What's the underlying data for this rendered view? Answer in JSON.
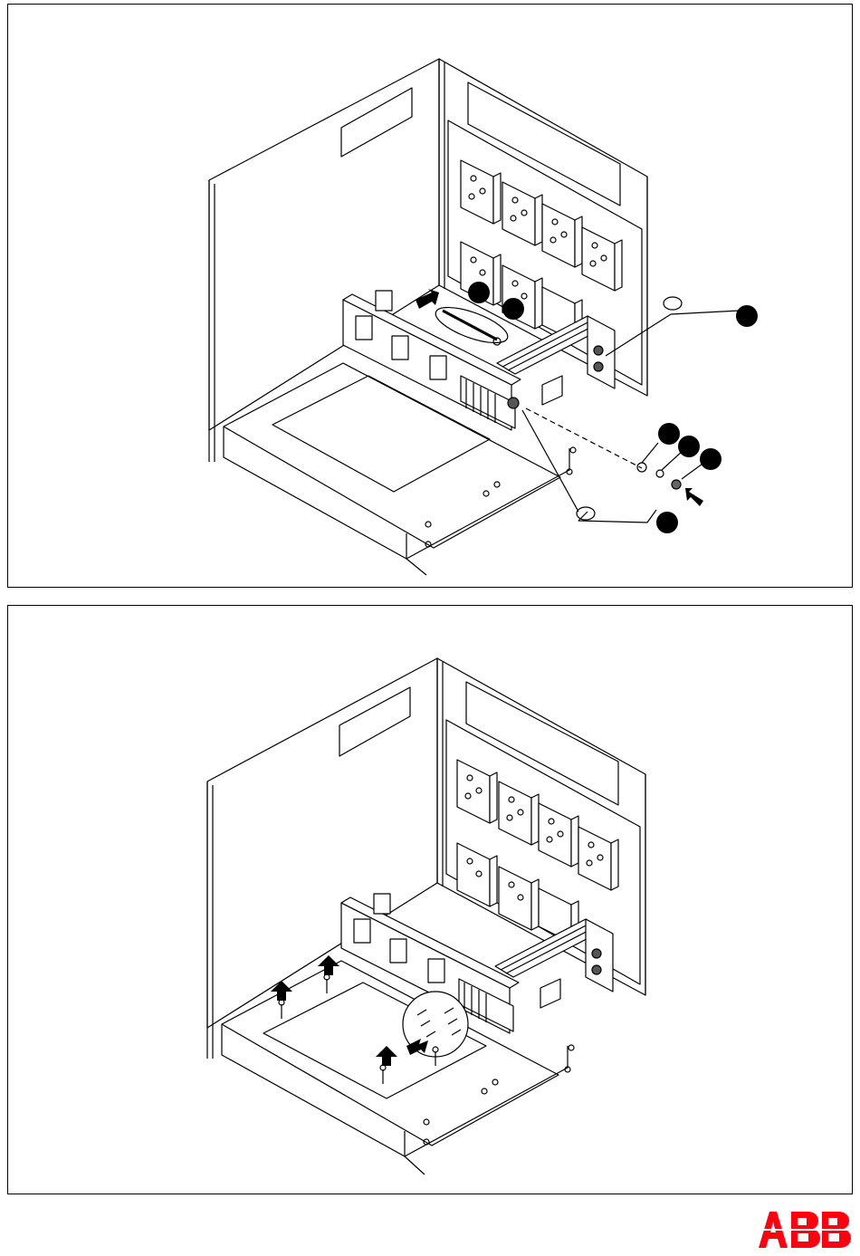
{
  "document": {
    "brand_logo_text": "ABB",
    "brand_color": "#ff000f",
    "line_color": "#000000",
    "fill_color": "#ffffff"
  },
  "figures": [
    {
      "panel": "top",
      "callout_count": 7,
      "arrow_count": 2
    },
    {
      "panel": "bottom",
      "arrow_count": 4
    }
  ]
}
